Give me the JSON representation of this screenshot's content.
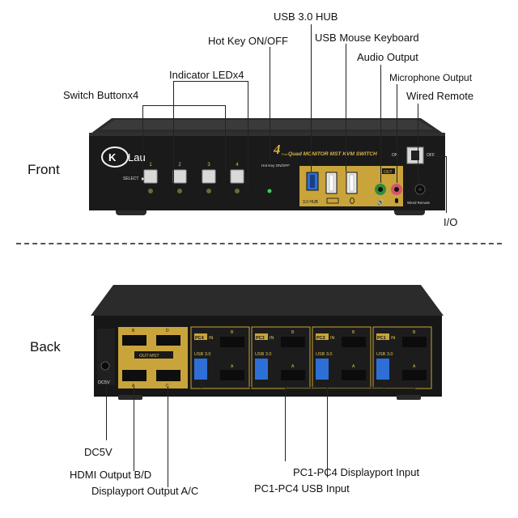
{
  "front": {
    "section_label": "Front",
    "callouts": {
      "usb_hub": "USB 3.0 HUB",
      "hot_key": "Hot Key ON/OFF",
      "usb_mouse_keyboard": "USB Mouse Keyboard",
      "audio_output": "Audio Output",
      "indicator_leds": "Indicator LEDx4",
      "microphone_output": "Microphone Output",
      "switch_buttons": "Switch Buttonx4",
      "wired_remote": "Wired Remote",
      "io": "I/O"
    },
    "device": {
      "brand": "KLau",
      "brand_k": "K",
      "brand_rest": "Lau",
      "model_number": "4",
      "model_port": "Port",
      "model_text": "Quad MONITOR MST KVM SWITCH",
      "select_label": "SELECT",
      "button_numbers": [
        "1",
        "2",
        "3",
        "4"
      ],
      "hotkey_label": "Hot Key ON/OFF",
      "hub_label": "3.0 HUB",
      "out_label": "OUT",
      "on_label": "ON",
      "off_label": "OFF",
      "wired_remote_label": "Wired Remote"
    }
  },
  "back": {
    "section_label": "Back",
    "callouts": {
      "dc5v": "DC5V",
      "hdmi_output": "HDMI Output B/D",
      "displayport_output": "Displayport Output A/C",
      "pc_displayport_input": "PC1-PC4 Displayport Input",
      "pc_usb_input": "PC1-PC4 USB Input"
    },
    "device": {
      "dc_label": "DC5V",
      "out_mst_label": "OUT-MST",
      "port_letters": [
        "B",
        "D",
        "A",
        "C"
      ],
      "pc_groups": [
        {
          "pc": "PC4",
          "in": "IN"
        },
        {
          "pc": "PC3",
          "in": "IN"
        },
        {
          "pc": "PC2",
          "in": "IN"
        },
        {
          "pc": "PC1",
          "in": "IN"
        }
      ],
      "usb_label": "USB 3.0",
      "group_letters": [
        "B",
        "A"
      ]
    }
  },
  "colors": {
    "body": "#1b1b1b",
    "gold": "#c9a43a",
    "gold_light": "#e1c15a",
    "usb_blue": "#2d6fd6",
    "led_green": "#3ecf57"
  }
}
